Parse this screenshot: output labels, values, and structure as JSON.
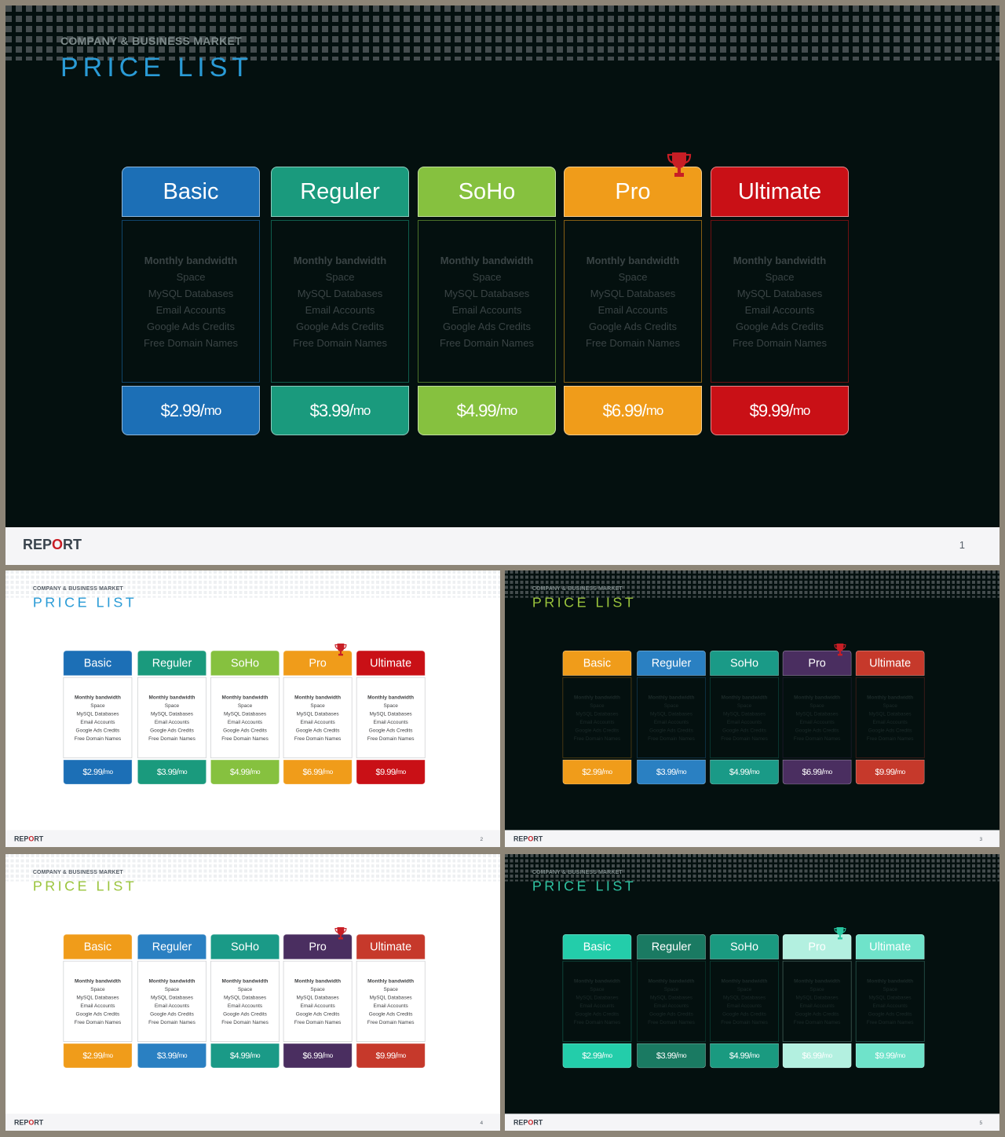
{
  "kicker": "COMPANY & BUSINESS MARKET",
  "title": "PRICE LIST",
  "footer_brand_prefix": "REP",
  "footer_brand_o": "O",
  "footer_brand_suffix": "RT",
  "features": [
    "Monthly bandwidth",
    "Space",
    "MySQL Databases",
    "Email Accounts",
    "Google Ads Credits",
    "Free Domain Names"
  ],
  "plans": [
    {
      "name": "Basic",
      "price": "$2.99/",
      "unit": "mo"
    },
    {
      "name": "Reguler",
      "price": "$3.99/",
      "unit": "mo"
    },
    {
      "name": "SoHo",
      "price": "$4.99/",
      "unit": "mo"
    },
    {
      "name": "Pro",
      "price": "$6.99/",
      "unit": "mo"
    },
    {
      "name": "Ultimate",
      "price": "$9.99/",
      "unit": "mo"
    }
  ],
  "featured_plan": "Pro",
  "slides": [
    {
      "number": "1",
      "theme": "dark",
      "title_color": "#2a9bd6",
      "kicker_color": "#7d8a8a",
      "colors": [
        "#1c6fb6",
        "#1a9a7d",
        "#86c13f",
        "#f09c1a",
        "#c91016"
      ],
      "trophy_color": "#c81e25"
    },
    {
      "number": "2",
      "theme": "light",
      "title_color": "#2a9bd6",
      "kicker_color": "#555d66",
      "colors": [
        "#1c6fb6",
        "#1a9a7d",
        "#86c13f",
        "#f09c1a",
        "#c91016"
      ],
      "trophy_color": "#c81e25"
    },
    {
      "number": "3",
      "theme": "dark",
      "title_color": "#9ac43c",
      "kicker_color": "#7d8a8a",
      "colors": [
        "#f09c1a",
        "#2a80c2",
        "#1a9a87",
        "#4a2e60",
        "#c6392b"
      ],
      "trophy_color": "#c81e25"
    },
    {
      "number": "4",
      "theme": "light",
      "title_color": "#9ac43c",
      "kicker_color": "#555d66",
      "colors": [
        "#f09c1a",
        "#2a80c2",
        "#1a9a87",
        "#4a2e60",
        "#c6392b"
      ],
      "trophy_color": "#c81e25"
    },
    {
      "number": "5",
      "theme": "dark",
      "title_color": "#2fc3a2",
      "kicker_color": "#7d8a8a",
      "colors": [
        "#23cdaa",
        "#1a7a62",
        "#1a9a80",
        "#b3f0e0",
        "#6fe3ca"
      ],
      "trophy_color": "#28c59f"
    }
  ]
}
